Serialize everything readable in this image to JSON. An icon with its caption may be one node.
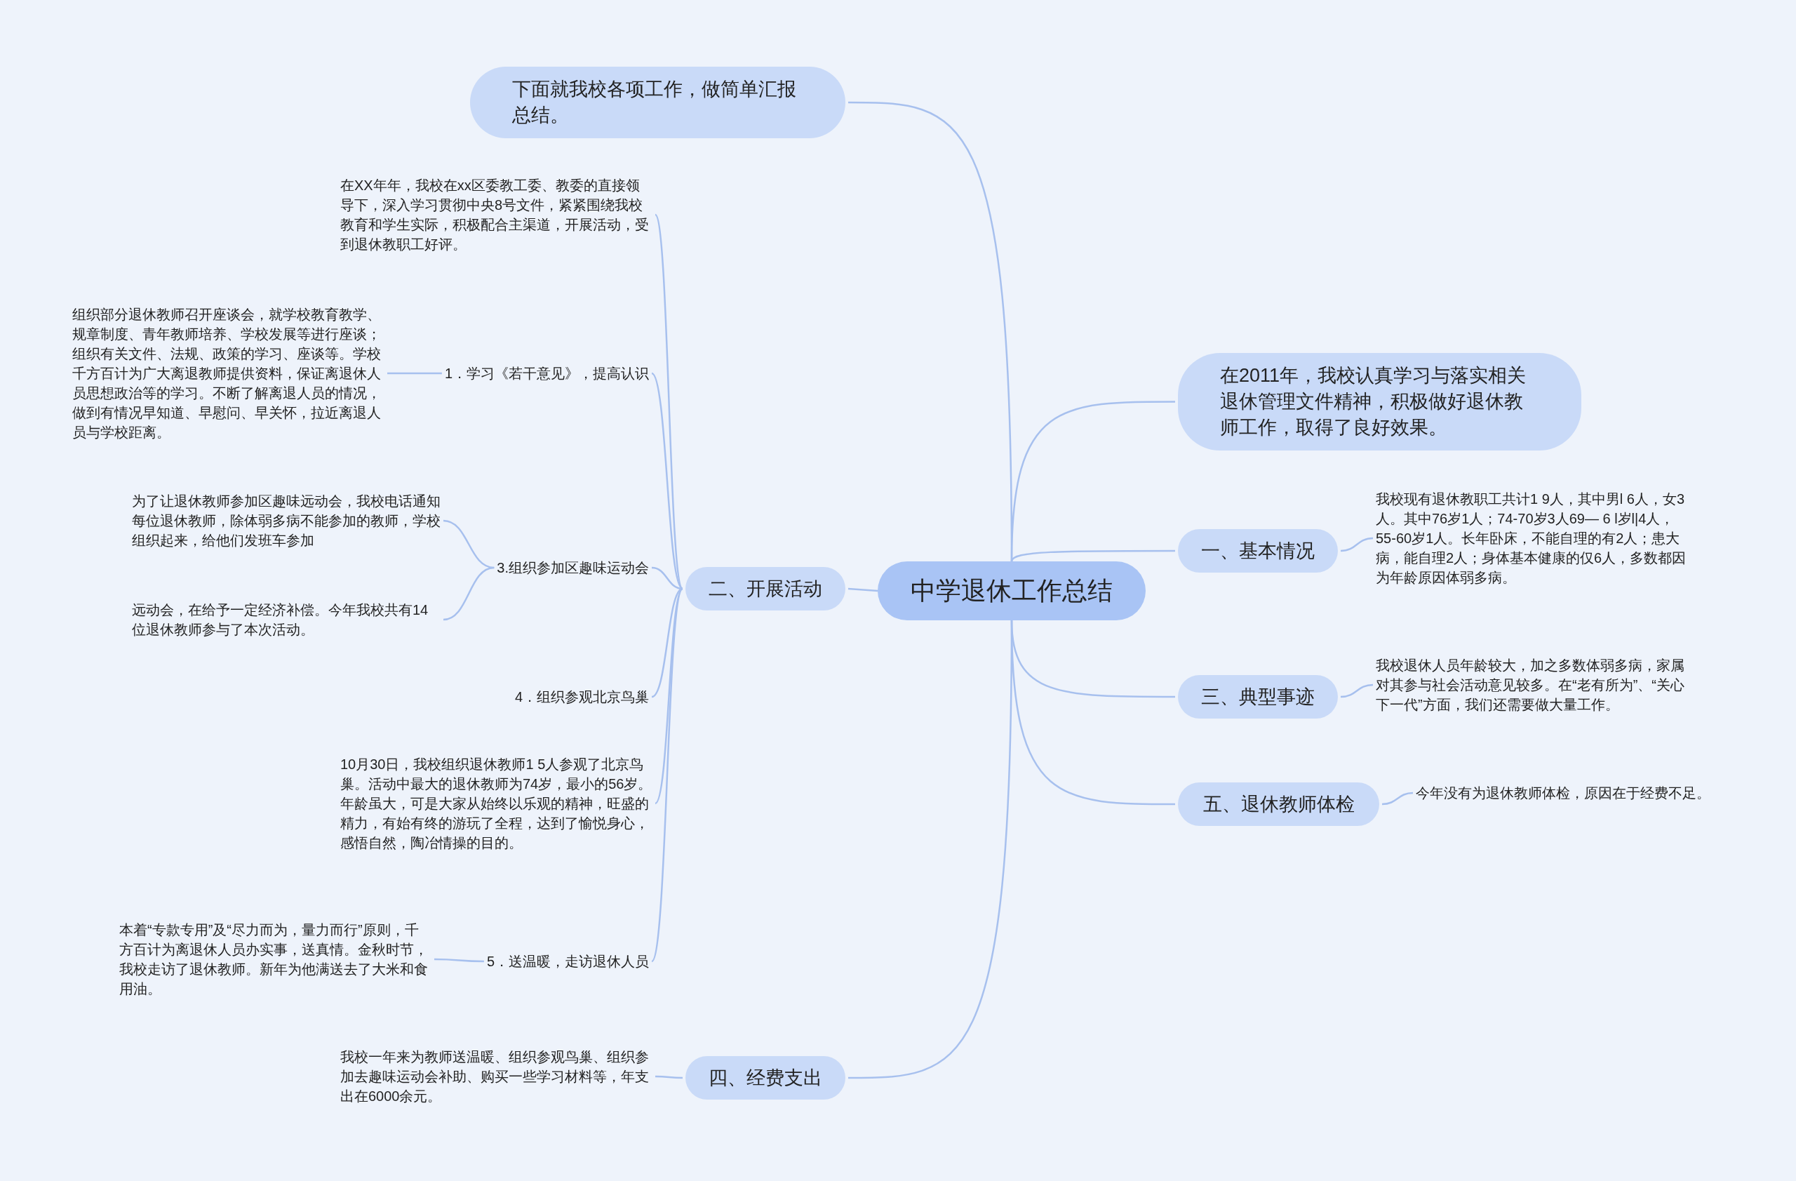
{
  "diagram": {
    "nodes": [
      {
        "text": [
          "中学退休工作总结"
        ]
      },
      {
        "text": [
          "下面就我校各项工作，做简单汇报总结。"
        ]
      },
      {
        "text": [
          "二、开展活动"
        ]
      },
      {
        "text": [
          "在XX年年，我校在xx区委教工委、教委的直接领导下，深入学习贯彻中央8号文件，紧紧围绕我校教育和学生实际，积极配合主渠道，开展活动，受到退休教职工好评。"
        ]
      },
      {
        "text": [
          "1．学习《若干意见》，提高认识"
        ]
      },
      {
        "text": [
          "组织部分退休教师召开座谈会，就学校教育教学、规章制度、青年教师培养、学校发展等进行座谈；组织有关文件、法规、政策的学习、座谈等。学校千方百计为广大离退教师提供资料，保证离退休人员思想政治等的学习。不断了解离退人员的情况，做到有情况早知道、早慰问、早关怀，拉近离退人员与学校距离。"
        ]
      },
      {
        "text": [
          "3.组织参加区趣味运动会"
        ]
      },
      {
        "text": [
          "为了让退休教师参加区趣味远动会，我校电话通知每位退休教师，除体弱多病不能参加的教师，学校组织起来，给他们发班车参加"
        ]
      },
      {
        "text": [
          "远动会，在给予一定经济补偿。今年我校共有14位退休教师参与了本次活动。"
        ]
      },
      {
        "text": [
          "4．组织参观北京鸟巢"
        ]
      },
      {
        "text": [
          "10月30日，我校组织退休教师1 5人参观了北京鸟巢。活动中最大的退休教师为74岁，最小的56岁。年龄虽大，可是大家从始终以乐观的精神，旺盛的精力，有始有终的游玩了全程，达到了愉悦身心，感悟自然，陶冶情操的目的。"
        ]
      },
      {
        "text": [
          "5．送温暖，走访退休人员"
        ]
      },
      {
        "text": [
          "本着“专款专用”及“尽力而为，量力而行”原则，千方百计为离退休人员办实事，送真情。金秋时节，我校走访了退休教师。新年为他满送去了大米和食用油。"
        ]
      },
      {
        "text": [
          "四、经费支出"
        ]
      },
      {
        "text": [
          "我校一年来为教师送温暖、组织参观鸟巢、组织参加去趣味运动会补助、购买一些学习材料等，年支出在6000余元。"
        ]
      },
      {
        "text": [
          "在2011年，我校认真学习与落实相关退休管理文件精神，积极做好退休教师工作，取得了良好效果。"
        ]
      },
      {
        "text": [
          "一、基本情况"
        ]
      },
      {
        "text": [
          "我校现有退休教职工共计1 9人，其中男l 6人，女3人。其中76岁1人；74-70岁3人69— 6 l岁l|4人，55-60岁1人。长年卧床，不能自理的有2人；患大病，能自理2人；身体基本健康的仅6人，多数都因为年龄原因体弱多病。"
        ]
      },
      {
        "text": [
          "三、典型事迹"
        ]
      },
      {
        "text": [
          "我校退休人员年龄较大，加之多数体弱多病，家属对其参与社会活动意见较多。在“老有所为”、“关心下一代”方面，我们还需要做大量工作。"
        ]
      },
      {
        "text": [
          "五、退休教师体检"
        ]
      },
      {
        "text": [
          "今年没有为退休教师体检，原因在于经费不足。"
        ]
      }
    ],
    "edges": [
      {
        "from": 0,
        "to": 1,
        "arrow": "none"
      },
      {
        "from": 0,
        "to": 2,
        "arrow": "none"
      },
      {
        "from": 0,
        "to": 13,
        "arrow": "none"
      },
      {
        "from": 0,
        "to": 15,
        "arrow": "none"
      },
      {
        "from": 0,
        "to": 16,
        "arrow": "none"
      },
      {
        "from": 0,
        "to": 18,
        "arrow": "none"
      },
      {
        "from": 0,
        "to": 20,
        "arrow": "none"
      },
      {
        "from": 2,
        "to": 3,
        "arrow": "none"
      },
      {
        "from": 2,
        "to": 4,
        "arrow": "none"
      },
      {
        "from": 2,
        "to": 6,
        "arrow": "none"
      },
      {
        "from": 2,
        "to": 9,
        "arrow": "none"
      },
      {
        "from": 2,
        "to": 10,
        "arrow": "none"
      },
      {
        "from": 2,
        "to": 11,
        "arrow": "none"
      },
      {
        "from": 4,
        "to": 5,
        "arrow": "none"
      },
      {
        "from": 6,
        "to": 7,
        "arrow": "none"
      },
      {
        "from": 6,
        "to": 8,
        "arrow": "none"
      },
      {
        "from": 11,
        "to": 12,
        "arrow": "none"
      },
      {
        "from": 13,
        "to": 14,
        "arrow": "none"
      },
      {
        "from": 16,
        "to": 17,
        "arrow": "none"
      },
      {
        "from": 18,
        "to": 19,
        "arrow": "none"
      },
      {
        "from": 20,
        "to": 21,
        "arrow": "none"
      }
    ]
  }
}
